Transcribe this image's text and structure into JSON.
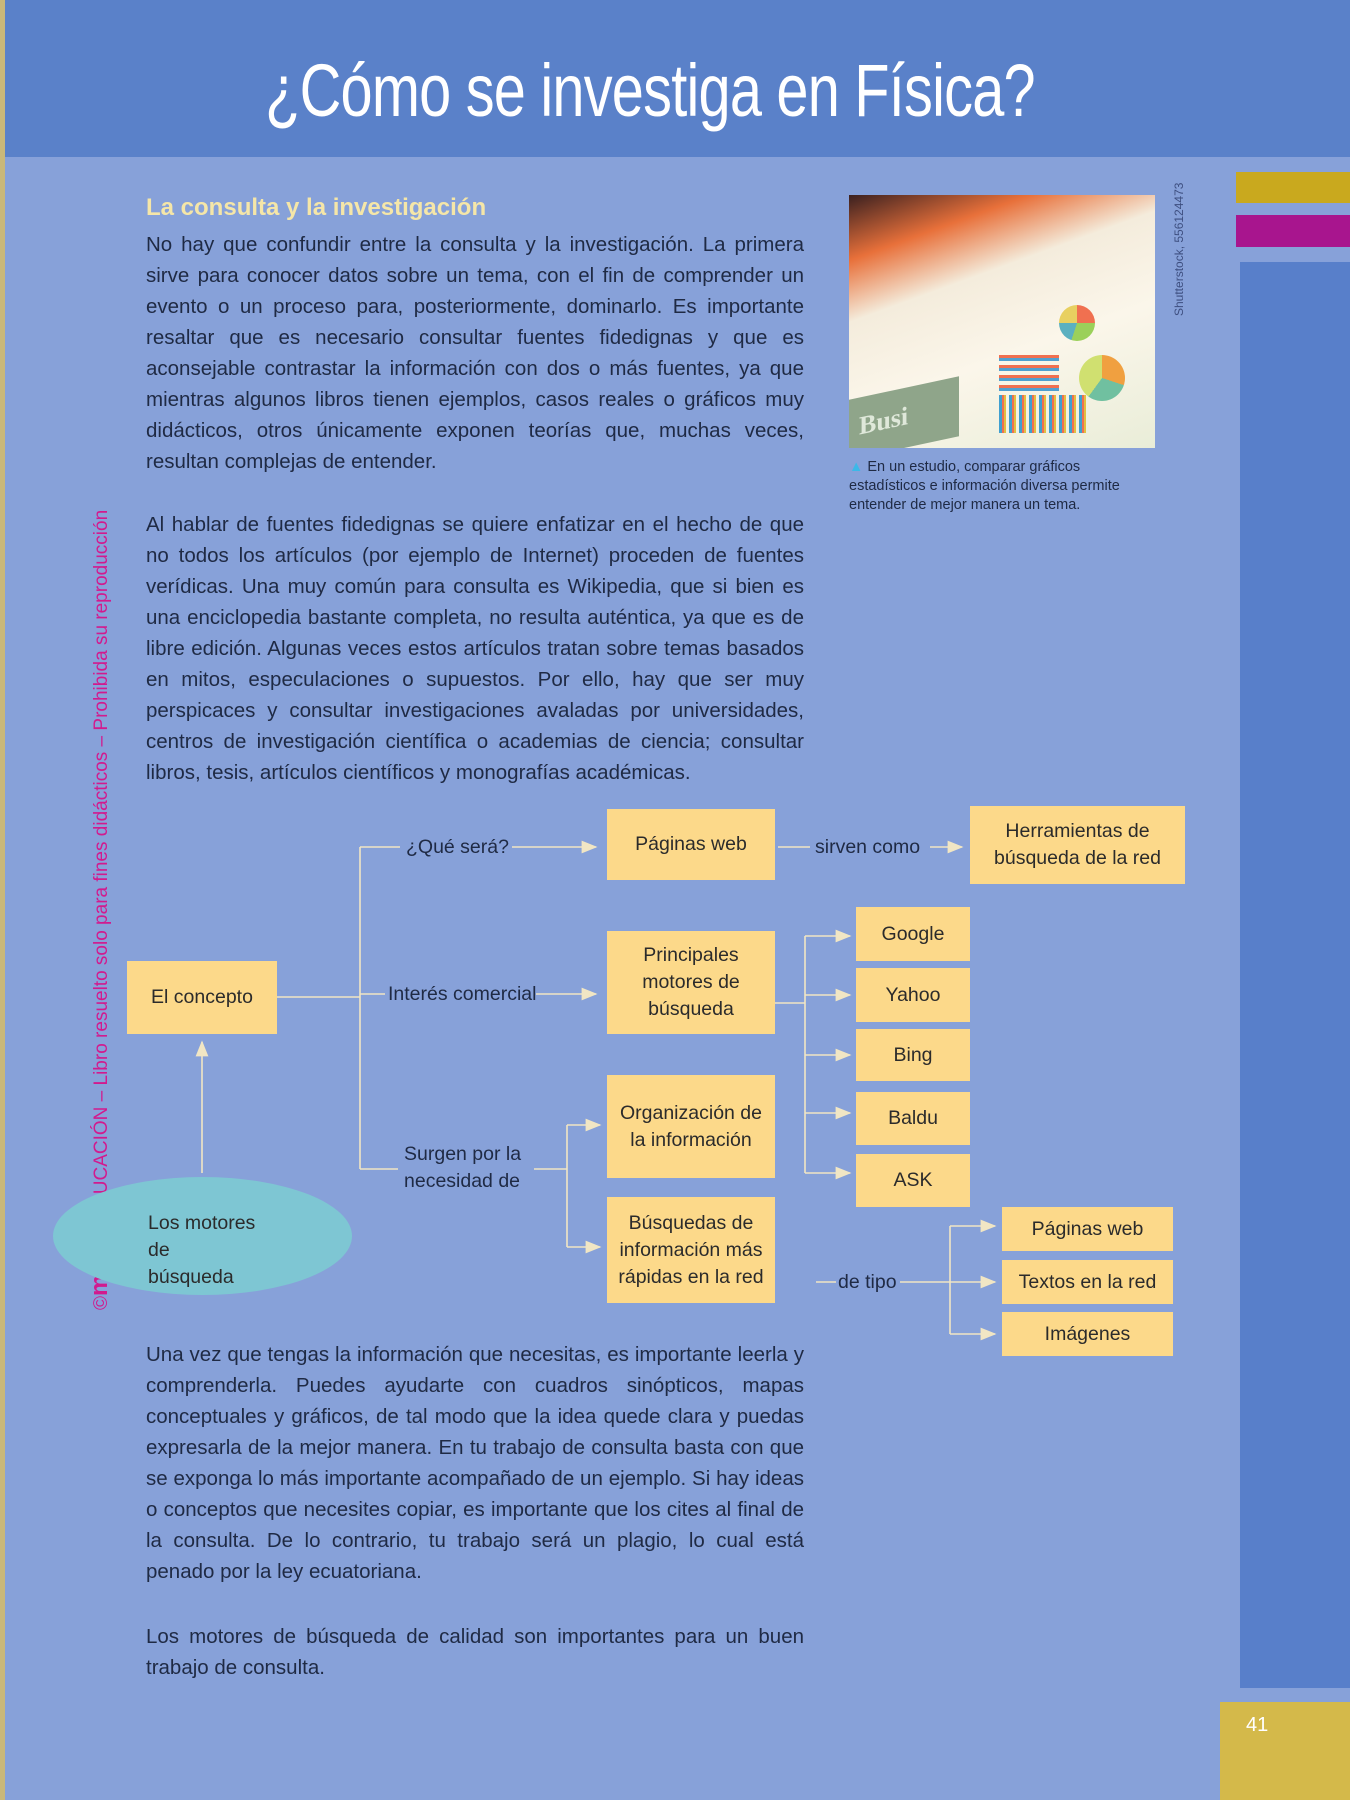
{
  "header": {
    "title": "¿Cómo se investiga en Física?"
  },
  "section": {
    "heading": "La consulta y la investigación",
    "paragraphs": [
      "No hay que confundir entre la consulta y la investigación. La primera sirve para conocer datos sobre un tema, con el fin de comprender un evento o un proceso para, posteriormente, dominarlo. Es importante resaltar que es necesario consultar fuentes fidedignas y que es aconsejable contrastar la información con dos o más fuentes, ya que mientras algunos libros tienen ejemplos, casos reales o gráficos muy didácticos, otros únicamente exponen teorías que, muchas veces, resultan complejas de entender.",
      "Al hablar de fuentes fidedignas se quiere enfatizar en el hecho de que no todos los artículos (por ejemplo de Internet) proceden de fuentes verídicas. Una muy común para consulta es Wikipedia, que si bien es una enciclopedia bastante completa, no resulta auténtica, ya que es de libre edición. Algunas veces estos artículos tratan sobre temas basados en mitos, especulaciones o supuestos. Por ello, hay que ser muy perspicaces y consultar investigaciones avaladas por universidades, centros de investigación científica o academias de ciencia; consultar libros, tesis, artículos científicos y monografías académicas.",
      "Una vez que tengas la información que necesitas, es importante leerla y comprenderla. Puedes ayudarte con cuadros sinópticos, mapas conceptuales y gráficos, de tal modo que la idea quede clara y puedas expresarla de la mejor manera. En tu trabajo de consulta basta con que se exponga lo más importante acompañado de un ejemplo. Si hay ideas o conceptos que necesites copiar, es importante que los cites al final de la consulta. De lo contrario, tu trabajo será un plagio, lo cual está penado por la ley ecuatoriana.",
      "Los motores de búsqueda de calidad son importantes para un buen trabajo de consulta."
    ]
  },
  "figure": {
    "caption_marker": "▲",
    "caption": "En un estudio, comparar gráficos estadísticos e información diversa permite entender de mejor manera un tema.",
    "credit": "Shutterstock, 556124473",
    "photo_text": "Busi"
  },
  "watermark": {
    "brand": "maya",
    "text": "©maya®EDUCACIÓN – Libro resuelto solo para fines didácticos – Prohibida su reproducción",
    "prefix": "©",
    "suffix": "®EDUCACIÓN – Libro resuelto solo para fines didácticos – Prohibida su reproducción"
  },
  "diagram": {
    "root": "Los motores de búsqueda",
    "concept": "El concepto",
    "labels": {
      "que_sera": "¿Qué será?",
      "sirven_como": "sirven como",
      "interes": "Interés comercial",
      "surgen": "Surgen por la necesidad de",
      "de_tipo": "de tipo"
    },
    "boxes": {
      "paginas_web": "Páginas web",
      "herramientas": "Herramientas de búsqueda de la red",
      "principales": "Principales motores de búsqueda",
      "organizacion": "Organización de la información",
      "busquedas": "Búsquedas de información más rápidas en la red"
    },
    "engines": [
      "Google",
      "Yahoo",
      "Bing",
      "Baldu",
      "ASK"
    ],
    "types": [
      "Páginas web",
      "Textos en la red",
      "Imágenes"
    ]
  },
  "page": {
    "number": "41"
  },
  "colors": {
    "header": "#5a81c9",
    "background": "#87a1d9",
    "box": "#fcd98a",
    "ellipse": "#7ec6d3",
    "accent_magenta": "#a8158e",
    "accent_yellow": "#c9a91e"
  }
}
